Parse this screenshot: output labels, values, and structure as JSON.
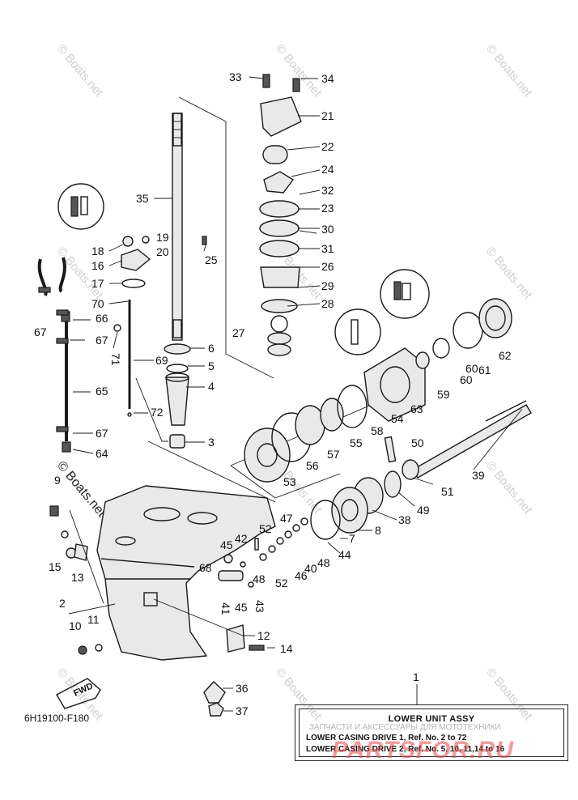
{
  "watermark": "© Boats.net",
  "figure_code": "6H19100-F180",
  "fwd_label": "FWD",
  "site_caption": "ЗАПЧАСТИ И АКСЕССУАРЫ ДЛЯ МОТОТЕХНИКИ",
  "site_brand": "PARTSFOR.RU",
  "info_box": {
    "ref_number": "1",
    "title": "LOWER UNIT ASSY",
    "line1": "LOWER CASING DRIVE 1, Ref. No. 2 to 72",
    "line2": "LOWER CASING DRIVE 2, Ref. No. 5, 10, 11,14 to 16"
  },
  "callouts": [
    "1",
    "2",
    "3",
    "4",
    "5",
    "6",
    "7",
    "8",
    "9",
    "10",
    "11",
    "12",
    "13",
    "14",
    "15",
    "16",
    "17",
    "18",
    "19",
    "20",
    "21",
    "22",
    "23",
    "24",
    "25",
    "26",
    "27",
    "28",
    "29",
    "30",
    "31",
    "32",
    "33",
    "34",
    "35",
    "36",
    "37",
    "38",
    "39",
    "40",
    "41",
    "42",
    "43",
    "44",
    "45",
    "46",
    "47",
    "48",
    "49",
    "50",
    "51",
    "52",
    "53",
    "54",
    "55",
    "56",
    "57",
    "58",
    "59",
    "60",
    "61",
    "62",
    "63",
    "64",
    "65",
    "66",
    "67",
    "68",
    "69",
    "70",
    "71",
    "72"
  ]
}
